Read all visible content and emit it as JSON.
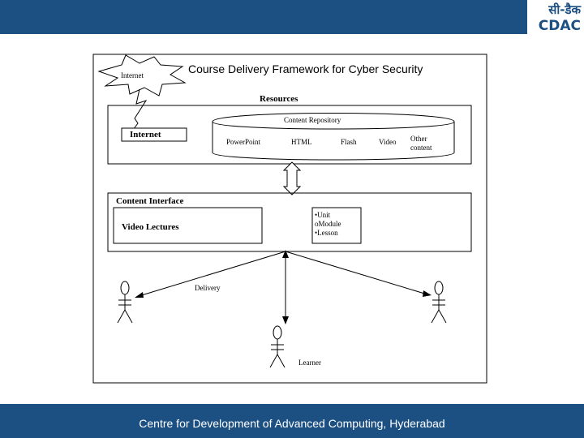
{
  "header": {
    "hindi_logo": "सी-डैक",
    "logo": "CDAC"
  },
  "diagram": {
    "title": "Course Delivery Framework for Cyber Security",
    "internet_cloud": "Internet",
    "resources_label": "Resources",
    "content_repository": "Content Repository",
    "internet_box": "Internet",
    "repo_items": [
      "PowerPoint",
      "HTML",
      "Flash",
      "Video",
      "Other content"
    ],
    "content_interface": "Content Interface",
    "video_lectures": "Video Lectures",
    "structure_items": [
      "Unit",
      "Module",
      "Lesson"
    ],
    "delivery_label": "Delivery",
    "learner_label": "Learner"
  },
  "footer": {
    "text": "Centre for Development of Advanced Computing, Hyderabad"
  },
  "colors": {
    "brand_blue": "#1c4f82"
  }
}
